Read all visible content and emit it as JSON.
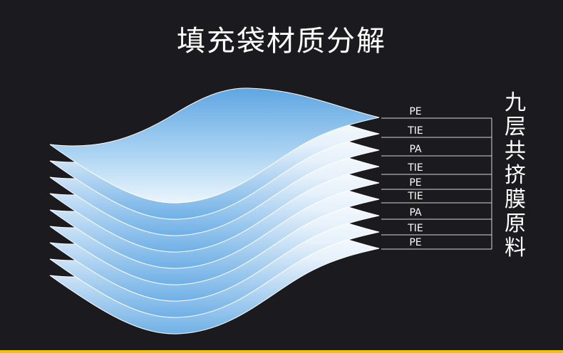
{
  "title": "填充袋材质分解",
  "side_title": "九层共挤膜原料",
  "layers": [
    "PE",
    "TIE",
    "PA",
    "TIE",
    "PE",
    "TIE",
    "PA",
    "TIE",
    "PE"
  ],
  "colors": {
    "background": "#1a1a1f",
    "layer_light": "#ffffff",
    "layer_blue": "#6fb0e6",
    "accent_bar": "#f2c400",
    "text": "#ffffff"
  }
}
